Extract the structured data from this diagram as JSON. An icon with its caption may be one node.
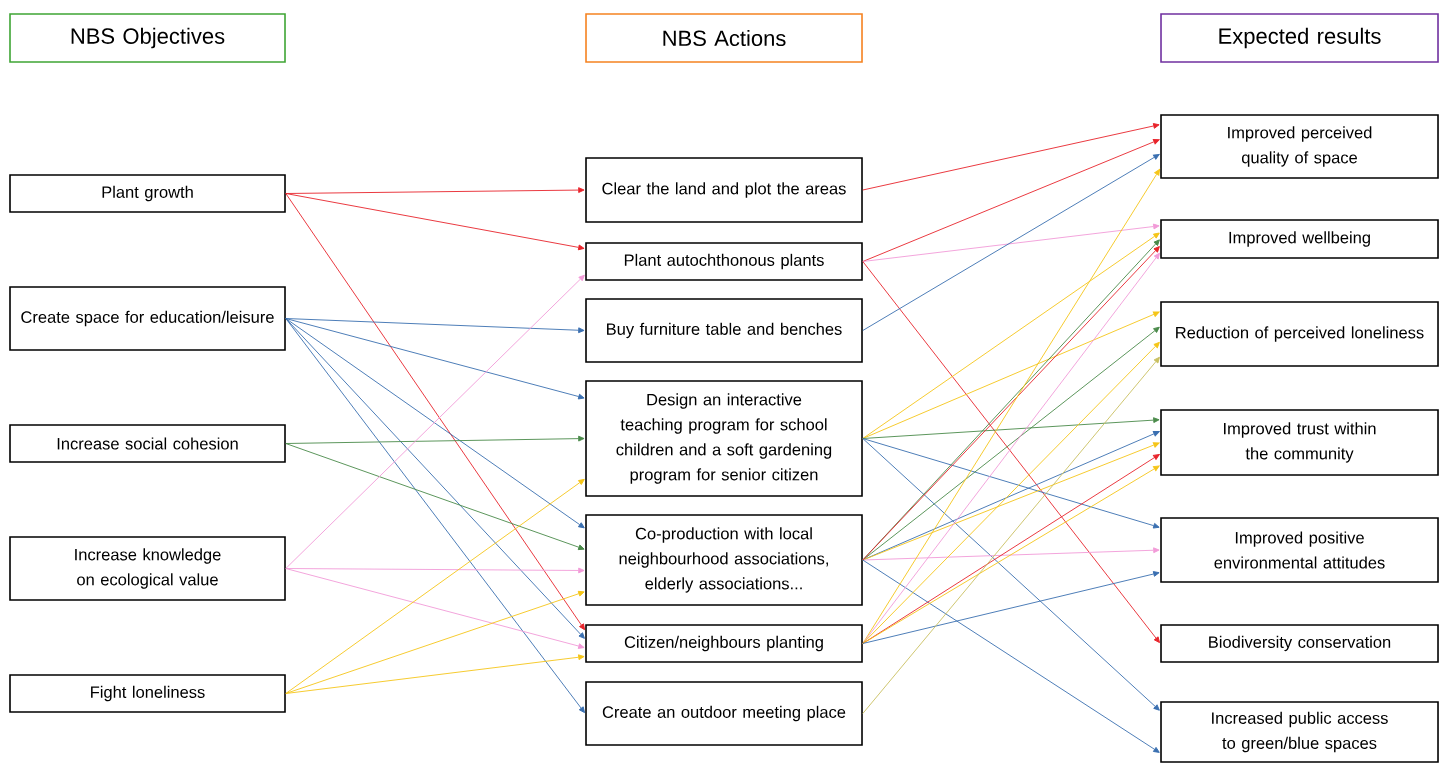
{
  "diagram": {
    "nodes": [
      {
        "text": [
          "NBS Objectives"
        ]
      },
      {
        "text": [
          "NBS Actions"
        ]
      },
      {
        "text": [
          "Expected results"
        ]
      },
      {
        "text": [
          "Plant growth"
        ]
      },
      {
        "text": [
          "Create space for education/leisure"
        ]
      },
      {
        "text": [
          "Increase social cohesion"
        ]
      },
      {
        "text": [
          "Increase knowledge on ecological value"
        ]
      },
      {
        "text": [
          "Fight loneliness"
        ]
      },
      {
        "text": [
          "Clear the land and plot the areas"
        ]
      },
      {
        "text": [
          "Plant autochthonous plants"
        ]
      },
      {
        "text": [
          "Buy furniture table and benches"
        ]
      },
      {
        "text": [
          "Design an interactive teaching program for school children and a soft gardening program for senior citizen"
        ]
      },
      {
        "text": [
          "Co-production with local neighbourhood associations, elderly associations..."
        ]
      },
      {
        "text": [
          "Citizen/neighbours planting"
        ]
      },
      {
        "text": [
          "Create an outdoor meeting place"
        ]
      },
      {
        "text": [
          "Improved perceived quality of space"
        ]
      },
      {
        "text": [
          "Improved wellbeing"
        ]
      },
      {
        "text": [
          "Reduction of perceived loneliness"
        ]
      },
      {
        "text": [
          "Improved trust within the community"
        ]
      },
      {
        "text": [
          "Improved positive environmental attitudes"
        ]
      },
      {
        "text": [
          "Biodiversity conservation"
        ]
      },
      {
        "text": [
          "Increased public access to green/blue spaces"
        ]
      }
    ],
    "edges": [
      {
        "from": 3,
        "to": 8,
        "arrow": "to",
        "color": "#e8242b"
      },
      {
        "from": 3,
        "to": 9,
        "arrow": "to",
        "color": "#e8242b"
      },
      {
        "from": 3,
        "to": 13,
        "arrow": "to",
        "color": "#e8242b"
      },
      {
        "from": 4,
        "to": 10,
        "arrow": "to"
      },
      {
        "from": 4,
        "to": 11,
        "arrow": "to"
      },
      {
        "from": 4,
        "to": 12,
        "arrow": "to"
      },
      {
        "from": 4,
        "to": 13,
        "arrow": "to"
      },
      {
        "from": 4,
        "to": 14,
        "arrow": "to"
      },
      {
        "from": 5,
        "to": 11,
        "arrow": "to",
        "color": "#4a8a4a"
      },
      {
        "from": 5,
        "to": 12,
        "arrow": "to",
        "color": "#4a8a4a"
      },
      {
        "from": 6,
        "to": 9,
        "arrow": "to",
        "color": "#f29bd8"
      },
      {
        "from": 6,
        "to": 12,
        "arrow": "to",
        "color": "#f29bd8"
      },
      {
        "from": 6,
        "to": 13,
        "arrow": "to",
        "color": "#f29bd8"
      },
      {
        "from": 7,
        "to": 11,
        "arrow": "to",
        "color": "#f5c518"
      },
      {
        "from": 7,
        "to": 12,
        "arrow": "to",
        "color": "#f5c518"
      },
      {
        "from": 7,
        "to": 13,
        "arrow": "to",
        "color": "#f5c518"
      },
      {
        "from": 8,
        "to": 15,
        "arrow": "to",
        "color": "#e8242b"
      },
      {
        "from": 9,
        "to": 15,
        "arrow": "to",
        "color": "#e8242b"
      },
      {
        "from": 9,
        "to": 16,
        "arrow": "to",
        "color": "#f29bd8"
      },
      {
        "from": 9,
        "to": 20,
        "arrow": "to",
        "color": "#e8242b"
      },
      {
        "from": 10,
        "to": 15,
        "arrow": "to"
      },
      {
        "from": 11,
        "to": 16,
        "arrow": "to",
        "color": "#f5c518"
      },
      {
        "from": 11,
        "to": 17,
        "arrow": "to",
        "color": "#f5c518"
      },
      {
        "from": 11,
        "to": 18,
        "arrow": "to",
        "color": "#4a8a4a"
      },
      {
        "from": 11,
        "to": 19,
        "arrow": "to"
      },
      {
        "from": 11,
        "to": 21,
        "arrow": "to"
      },
      {
        "from": 12,
        "to": 16,
        "arrow": "to",
        "color": "#4a8a4a"
      },
      {
        "from": 12,
        "to": 17,
        "arrow": "to",
        "color": "#4a8a4a"
      },
      {
        "from": 12,
        "to": 18,
        "arrow": "to"
      },
      {
        "from": 12,
        "to": 18,
        "arrow": "to",
        "color": "#f5c518"
      },
      {
        "from": 12,
        "to": 19,
        "arrow": "to",
        "color": "#f29bd8"
      },
      {
        "from": 12,
        "to": 21,
        "arrow": "to"
      },
      {
        "from": 12,
        "to": 16,
        "arrow": "to",
        "color": "#e8242b"
      },
      {
        "from": 13,
        "to": 15,
        "arrow": "to",
        "color": "#f5c518"
      },
      {
        "from": 13,
        "to": 16,
        "arrow": "to",
        "color": "#f29bd8"
      },
      {
        "from": 13,
        "to": 17,
        "arrow": "to",
        "color": "#f5c518"
      },
      {
        "from": 13,
        "to": 18,
        "arrow": "to",
        "color": "#e8242b"
      },
      {
        "from": 13,
        "to": 18,
        "arrow": "to",
        "color": "#f5c518"
      },
      {
        "from": 13,
        "to": 19,
        "arrow": "to"
      },
      {
        "from": 14,
        "to": 17,
        "arrow": "to",
        "color": "#c9c060"
      }
    ]
  }
}
